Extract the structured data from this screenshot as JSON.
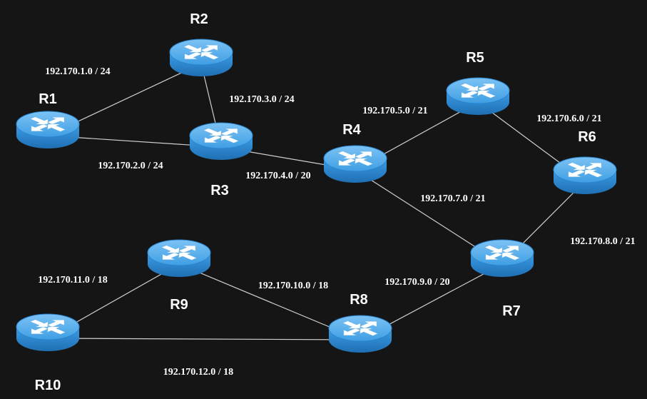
{
  "routers": [
    {
      "id": "R1",
      "label": "R1"
    },
    {
      "id": "R2",
      "label": "R2"
    },
    {
      "id": "R3",
      "label": "R3"
    },
    {
      "id": "R4",
      "label": "R4"
    },
    {
      "id": "R5",
      "label": "R5"
    },
    {
      "id": "R6",
      "label": "R6"
    },
    {
      "id": "R7",
      "label": "R7"
    },
    {
      "id": "R8",
      "label": "R8"
    },
    {
      "id": "R9",
      "label": "R9"
    },
    {
      "id": "R10",
      "label": "R10"
    }
  ],
  "links": [
    {
      "from": "R1",
      "to": "R2",
      "network": "192.170.1.0 / 24"
    },
    {
      "from": "R1",
      "to": "R3",
      "network": "192.170.2.0 / 24"
    },
    {
      "from": "R2",
      "to": "R3",
      "network": "192.170.3.0 / 24"
    },
    {
      "from": "R3",
      "to": "R4",
      "network": "192.170.4.0 / 20"
    },
    {
      "from": "R4",
      "to": "R5",
      "network": "192.170.5.0 / 21"
    },
    {
      "from": "R5",
      "to": "R6",
      "network": "192.170.6.0 / 21"
    },
    {
      "from": "R4",
      "to": "R7",
      "network": "192.170.7.0 / 21"
    },
    {
      "from": "R6",
      "to": "R7",
      "network": "192.170.8.0 / 21"
    },
    {
      "from": "R7",
      "to": "R8",
      "network": "192.170.9.0 / 20"
    },
    {
      "from": "R9",
      "to": "R8",
      "network": "192.170.10.0 / 18"
    },
    {
      "from": "R10",
      "to": "R9",
      "network": "192.170.11.0 / 18"
    },
    {
      "from": "R10",
      "to": "R8",
      "network": "192.170.12.0 / 18"
    }
  ]
}
